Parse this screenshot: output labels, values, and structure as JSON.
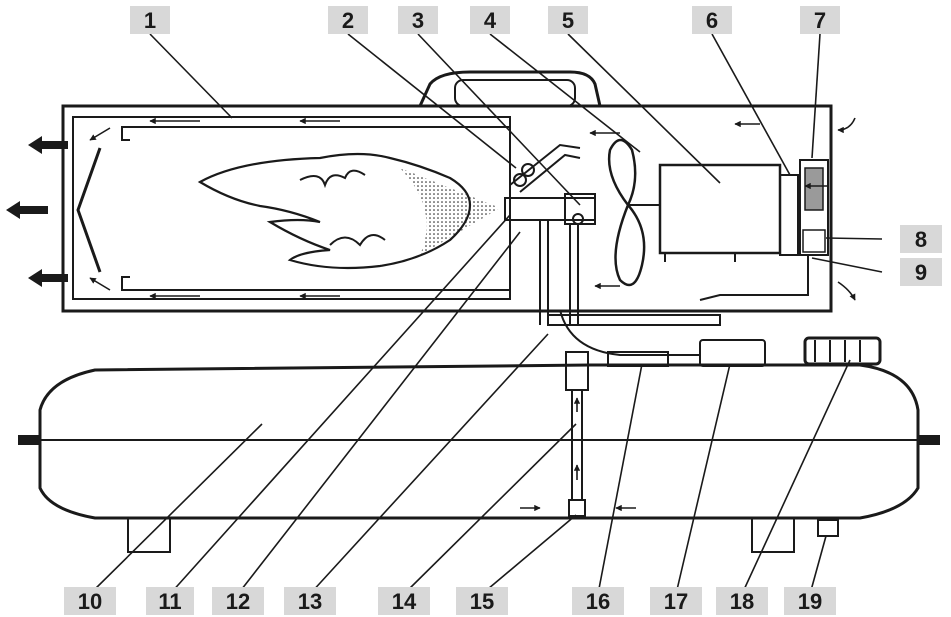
{
  "colors": {
    "label_fill": "#d8d8d8",
    "ink": "#1a1a1a",
    "background": "#ffffff"
  },
  "callouts": [
    {
      "id": "1",
      "text": "1"
    },
    {
      "id": "2",
      "text": "2"
    },
    {
      "id": "3",
      "text": "3"
    },
    {
      "id": "4",
      "text": "4"
    },
    {
      "id": "5",
      "text": "5"
    },
    {
      "id": "6",
      "text": "6"
    },
    {
      "id": "7",
      "text": "7"
    },
    {
      "id": "8",
      "text": "8"
    },
    {
      "id": "9",
      "text": "9"
    },
    {
      "id": "10",
      "text": "10"
    },
    {
      "id": "11",
      "text": "11"
    },
    {
      "id": "12",
      "text": "12"
    },
    {
      "id": "13",
      "text": "13"
    },
    {
      "id": "14",
      "text": "14"
    },
    {
      "id": "15",
      "text": "15"
    },
    {
      "id": "16",
      "text": "16"
    },
    {
      "id": "17",
      "text": "17"
    },
    {
      "id": "18",
      "text": "18"
    },
    {
      "id": "19",
      "text": "19"
    }
  ]
}
